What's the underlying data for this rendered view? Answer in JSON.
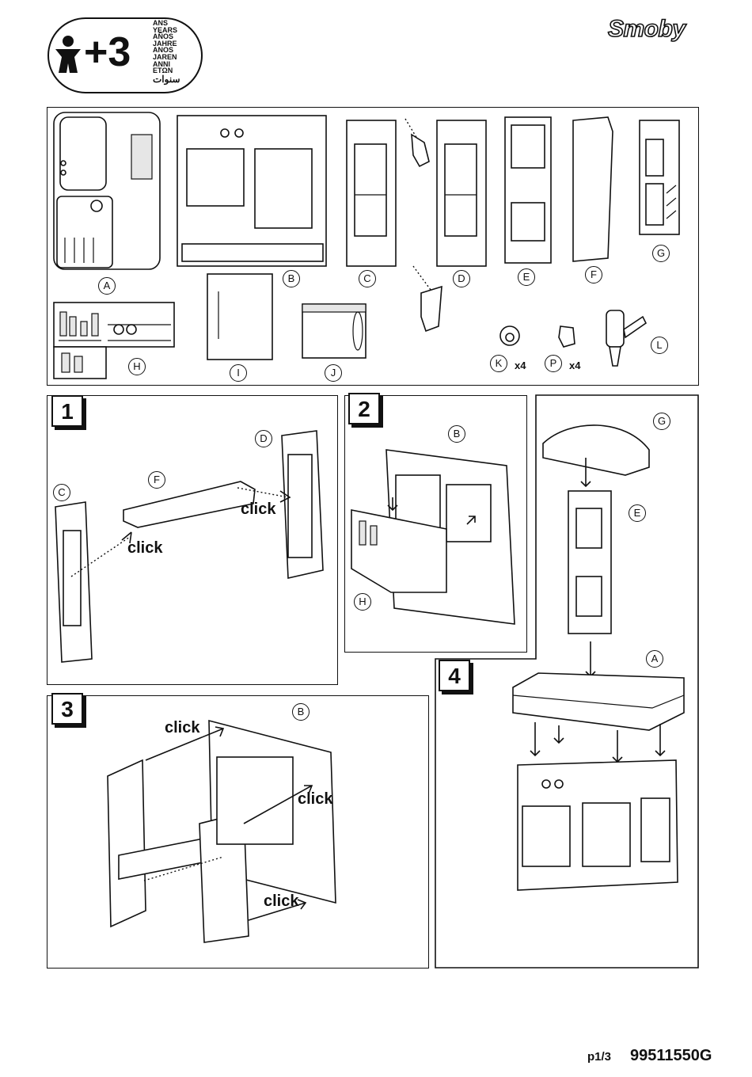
{
  "header": {
    "age": "+3",
    "age_languages": [
      "ANS",
      "YEARS",
      "AÑOS",
      "JAHRE",
      "ANOS",
      "JAREN",
      "ANNI",
      "ETΩN",
      "سنوات"
    ],
    "brand": "Smoby"
  },
  "parts": {
    "labels": [
      "A",
      "B",
      "C",
      "D",
      "E",
      "F",
      "G",
      "H",
      "I",
      "J",
      "K",
      "P",
      "L"
    ],
    "qty_k": "x4",
    "qty_p": "x4"
  },
  "steps": {
    "step1": {
      "number": "1",
      "labels": [
        "C",
        "F",
        "D"
      ],
      "clicks": [
        "click",
        "click"
      ]
    },
    "step2": {
      "number": "2",
      "labels": [
        "B",
        "H"
      ]
    },
    "step3": {
      "number": "3",
      "labels": [
        "B"
      ],
      "clicks": [
        "click",
        "click",
        "click"
      ]
    },
    "step4": {
      "number": "4",
      "labels": [
        "G",
        "E",
        "A"
      ]
    }
  },
  "footer": {
    "page": "p1/3",
    "code": "99511550G"
  },
  "colors": {
    "ink": "#111111",
    "paper": "#ffffff",
    "shade": "#e6e6e6"
  }
}
